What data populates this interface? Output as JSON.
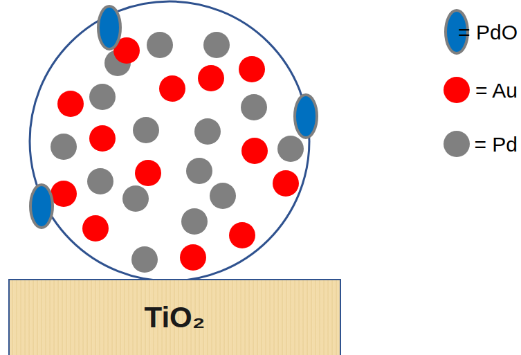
{
  "diagram": {
    "nodes": [
      {
        "text": [
          "TiO₂"
        ]
      }
    ],
    "legend": [
      {
        "text": "= PdO",
        "color": "#0070c0"
      },
      {
        "text": "= Au",
        "color": "#ff0000"
      },
      {
        "text": "= Pd",
        "color": "#808080"
      }
    ]
  }
}
